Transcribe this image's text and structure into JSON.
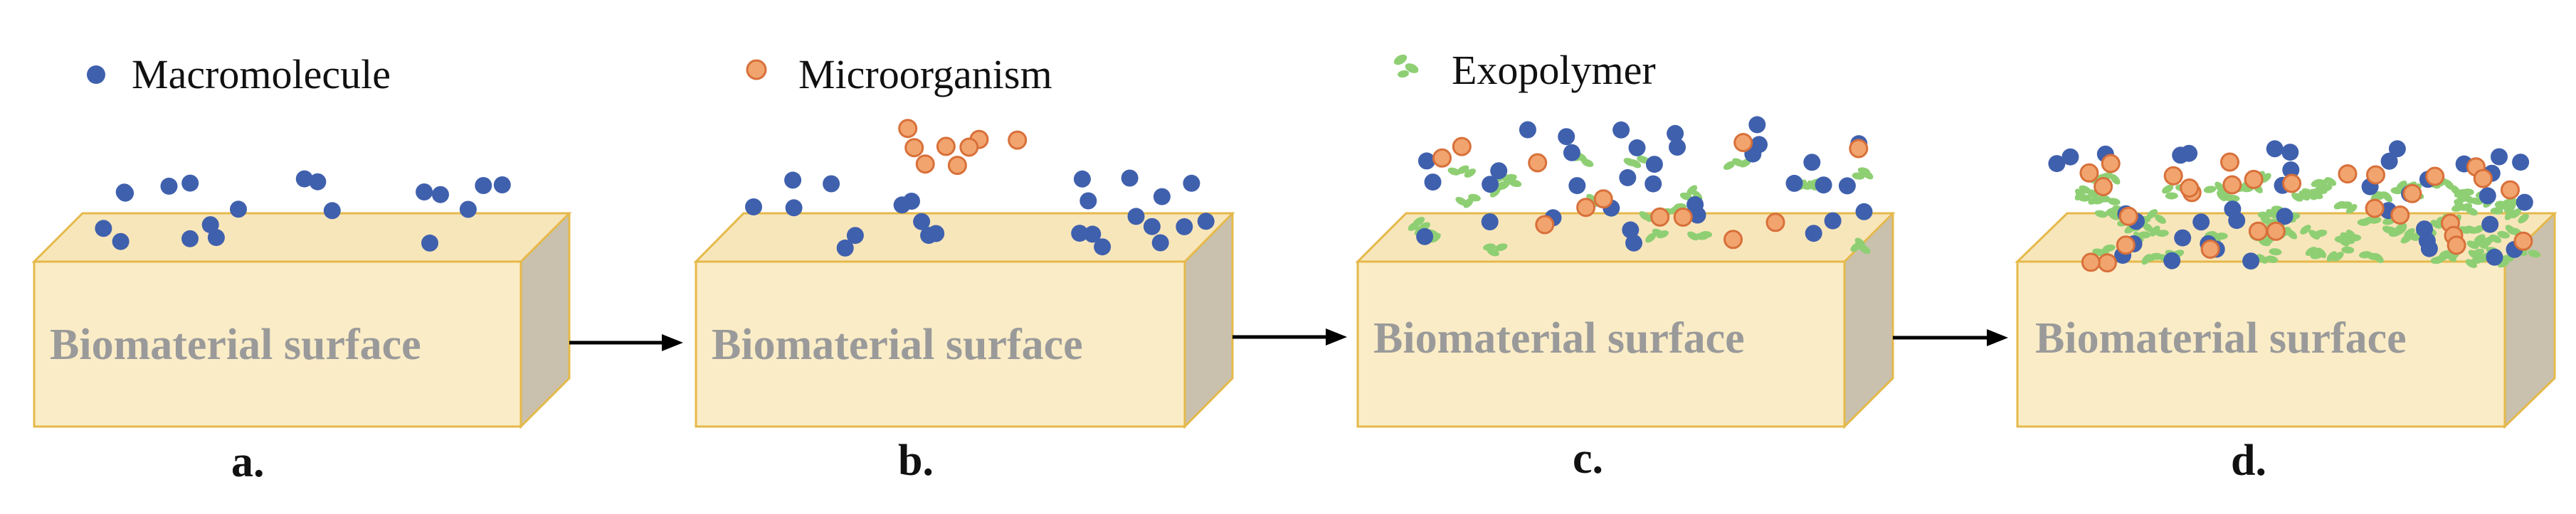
{
  "legend": [
    {
      "label": "Macromolecule",
      "icon": "macromolecule-icon"
    },
    {
      "label": "Microorganism",
      "icon": "microorganism-icon"
    },
    {
      "label": "Exopolymer",
      "icon": "exopolymer-icon"
    }
  ],
  "panels": [
    {
      "label": "a.",
      "surface_text": "Biomaterial surface",
      "macromolecules": 19,
      "microorganisms": 0,
      "exopolymers": 0
    },
    {
      "label": "b.",
      "surface_text": "Biomaterial surface",
      "macromolecules": 24,
      "microorganisms": 8,
      "exopolymers": 0
    },
    {
      "label": "c.",
      "surface_text": "Biomaterial surface",
      "macromolecules": 34,
      "microorganisms": 12,
      "exopolymers": 22
    },
    {
      "label": "d.",
      "surface_text": "Biomaterial surface",
      "macromolecules": 40,
      "microorganisms": 30,
      "exopolymers": 70
    }
  ],
  "colors": {
    "macromolecule": "#3f60ad",
    "microorganism_fill": "#f2a46e",
    "microorganism_stroke": "#d8703a",
    "exopolymer": "#8fcf74",
    "box_front": "#faecc6",
    "box_top": "#f8e6bb",
    "box_side": "#c9c1ad",
    "box_border": "#e5b94a",
    "surface_text": "#9a9a9a",
    "arrow": "#000000"
  }
}
